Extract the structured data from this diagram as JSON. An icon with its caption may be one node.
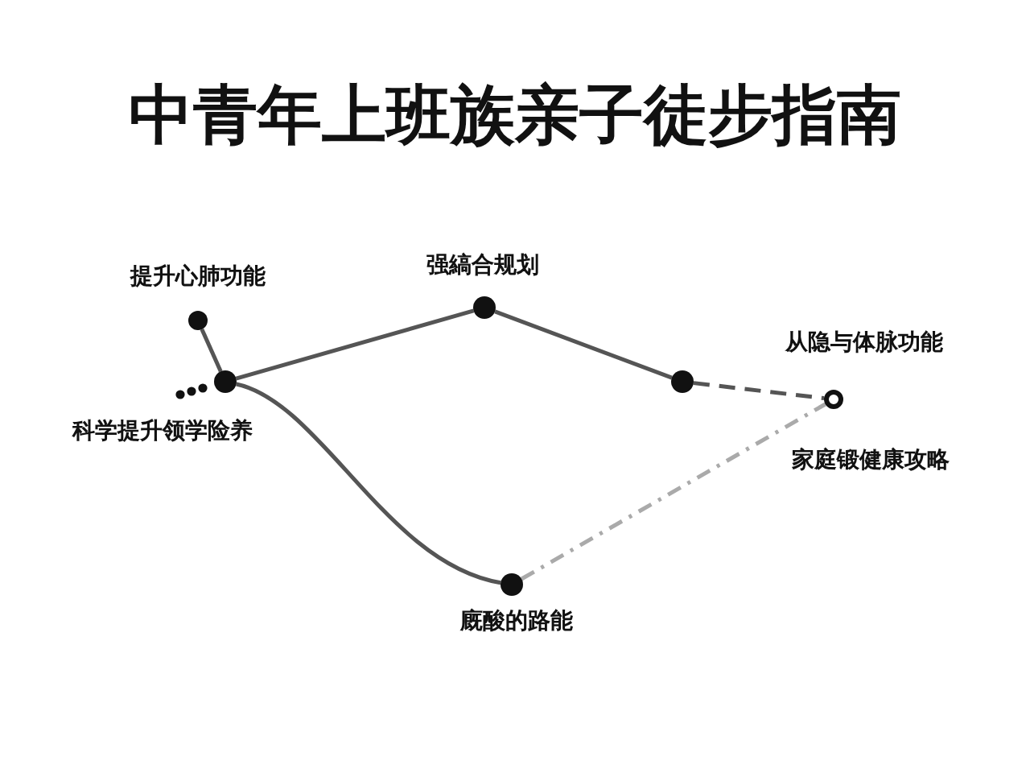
{
  "diagram": {
    "title": "中青年上班族亲子徒步指南",
    "nodes": [
      {
        "text": [
          "提升心肺功能"
        ]
      },
      {
        "text": [
          "科学提升领学险养"
        ]
      },
      {
        "text": [
          "强縞合规划"
        ]
      },
      {
        "text": [],
        "shape": "circle"
      },
      {
        "text": [
          "从隐与体脉功能"
        ],
        "beside": [
          "家庭锻健康攻略"
        ]
      },
      {
        "text": [
          "廐酸的路能"
        ]
      }
    ],
    "edges": [
      {
        "from": 0,
        "to": 1,
        "arrow": "none"
      },
      {
        "from": 1,
        "to": 2,
        "arrow": "none"
      },
      {
        "from": 2,
        "to": 3,
        "arrow": "none"
      },
      {
        "from": 3,
        "to": 4,
        "arrow": "none",
        "style": "dashed"
      },
      {
        "from": 1,
        "to": 5,
        "arrow": "none"
      },
      {
        "from": 5,
        "to": 4,
        "arrow": "none",
        "style": "dashed",
        "color": "#aaaaaa"
      }
    ]
  }
}
